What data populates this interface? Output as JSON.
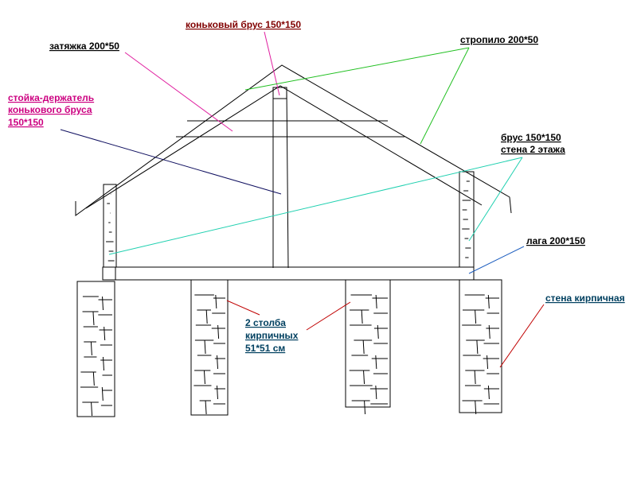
{
  "labels": {
    "ridge_beam": "коньковый брус 150*150",
    "tie_beam": "затяжка 200*50",
    "rafter": "стропило 200*50",
    "king_post_line1": "стойка-держатель",
    "king_post_line2": "конькового бруса",
    "king_post_line3": "150*150",
    "second_floor_line1": "брус 150*150",
    "second_floor_line2": "стена 2 этажа",
    "joist": "лага 200*150",
    "brick_wall": "стена кирпичная",
    "brick_pillars_line1": "2 столба",
    "brick_pillars_line2": "кирпичных",
    "brick_pillars_line3": "51*51 см"
  },
  "colors": {
    "ridge_beam": "#800000",
    "tie_beam": "#000000",
    "rafter": "#000000",
    "king_post": "#cc0080",
    "second_floor": "#000000",
    "joist": "#000000",
    "brick_wall": "#004060",
    "brick_pillars": "#004060",
    "leader_green": "#22c022",
    "leader_cyan": "#20d0b0",
    "leader_magenta": "#e020a0",
    "leader_navy": "#101060",
    "leader_red": "#c00000",
    "leader_blue": "#2060c0",
    "structure": "#000000"
  }
}
